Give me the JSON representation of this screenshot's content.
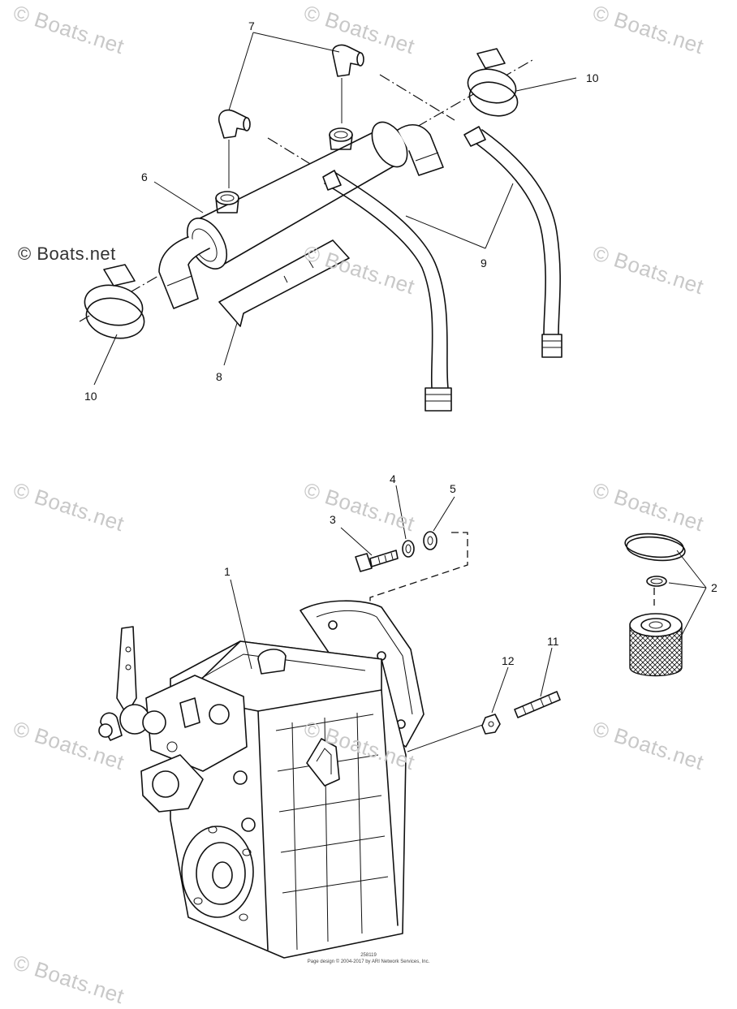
{
  "watermark": {
    "text": "© Boats.net",
    "instances": 13
  },
  "callouts": {
    "c1": "1",
    "c2": "2",
    "c3": "3",
    "c4": "4",
    "c5": "5",
    "c6": "6",
    "c7": "7",
    "c8": "8",
    "c9": "9",
    "c10a": "10",
    "c10b": "10",
    "c11": "11",
    "c12": "12"
  },
  "footer": {
    "line1": "258119",
    "line2": "Page design © 2004-2017 by ARI Network Services, Inc."
  },
  "colors": {
    "line": "#111111",
    "watermark": "#c8c8c8",
    "background": "#ffffff"
  }
}
